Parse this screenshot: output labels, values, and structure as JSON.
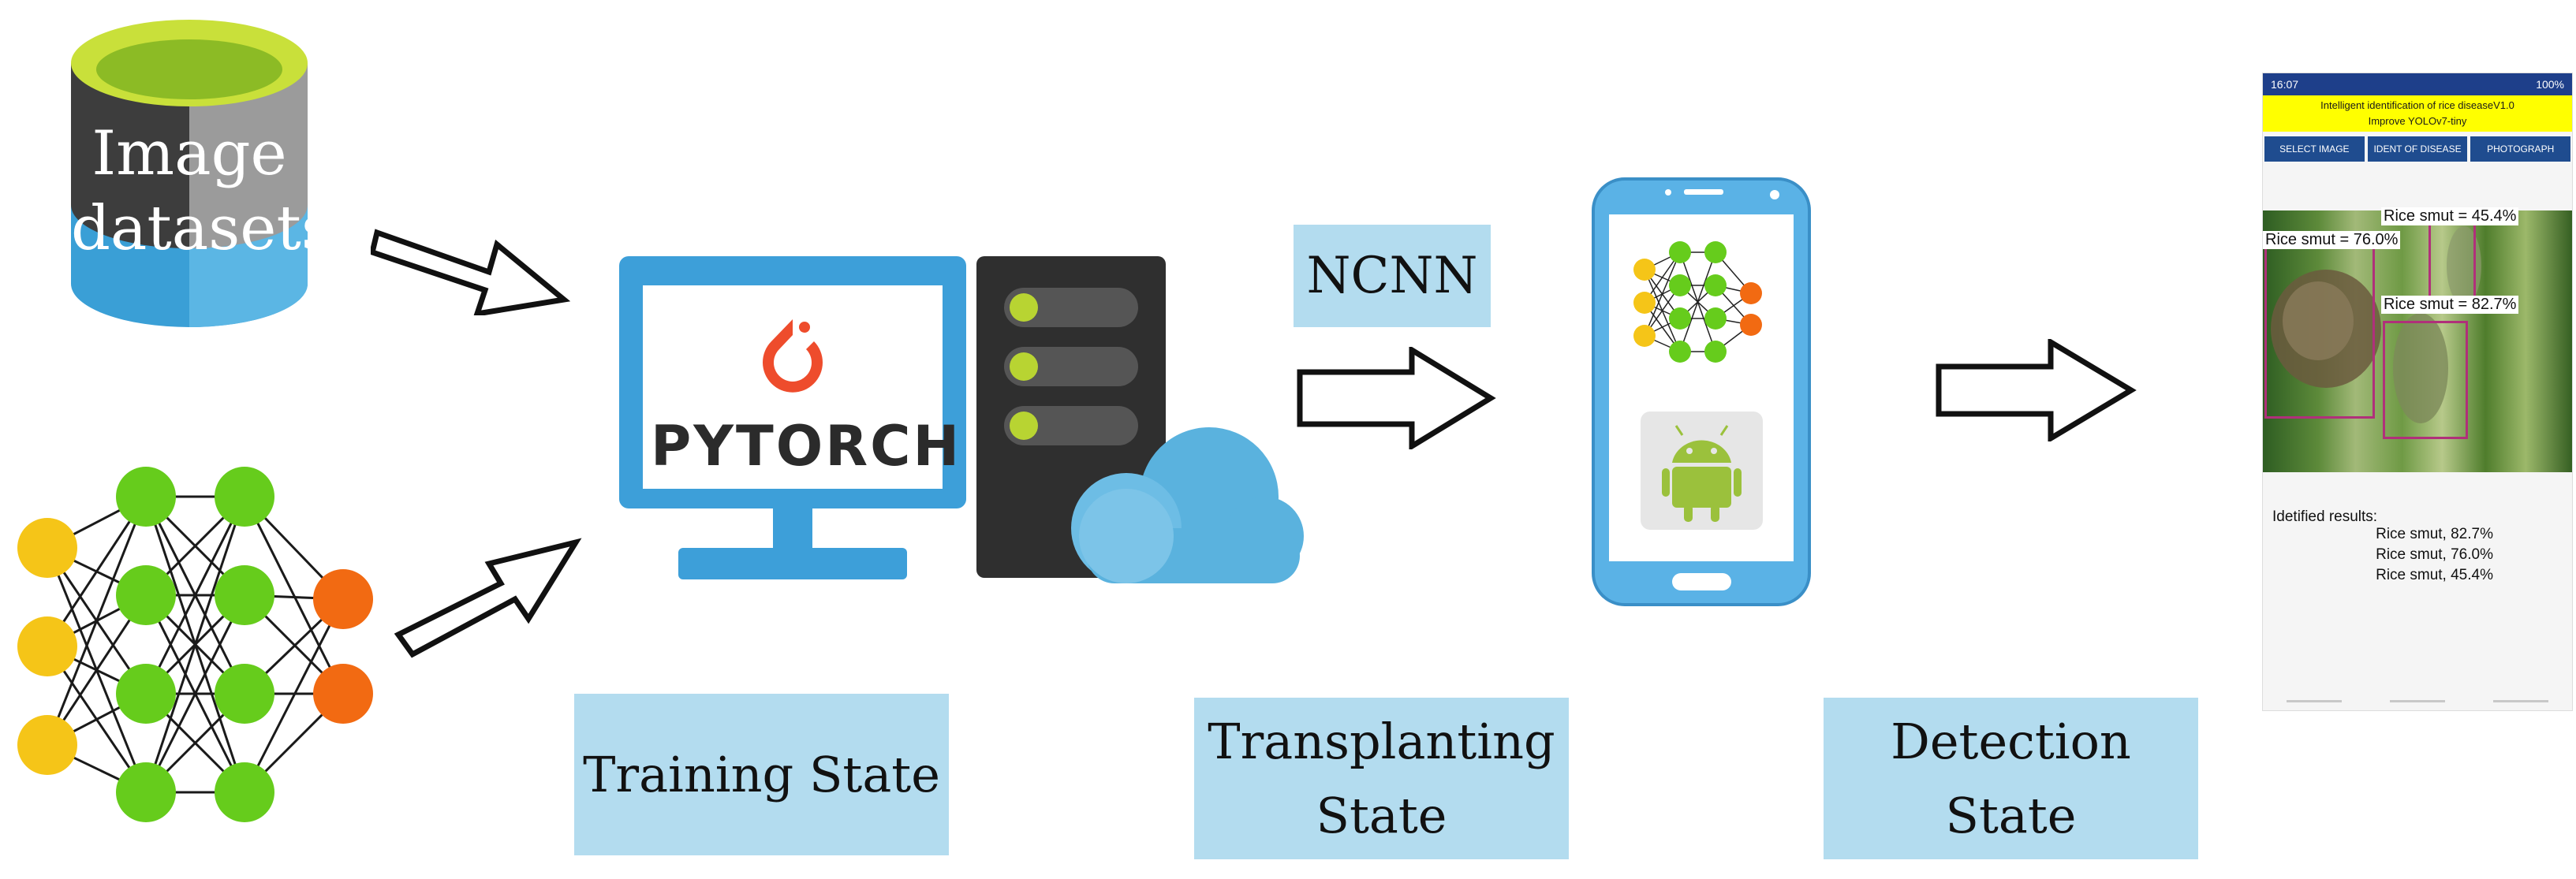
{
  "datasets": {
    "label_line1": "Image",
    "label_line2": "datasets"
  },
  "pytorch": {
    "label": "PYTORCH"
  },
  "ncnn": {
    "label": "NCNN"
  },
  "stages": {
    "training": "Training State",
    "transplanting_line1": "Transplanting",
    "transplanting_line2": "State",
    "detection_line1": "Detection",
    "detection_line2": "State"
  },
  "app": {
    "status_time": "16:07",
    "status_right": "100%",
    "banner_line1": "Intelligent identification of rice diseaseV1.0",
    "banner_line2": "Improve YOLOv7-tiny",
    "buttons": [
      "SELECT IMAGE",
      "IDENT OF DISEASE",
      "PHOTOGRAPH"
    ],
    "detections": [
      "Rice smut = 45.4%",
      "Rice smut = 76.0%",
      "Rice smut = 82.7%"
    ],
    "results_title": "Idetified results:",
    "results": [
      "Rice smut, 82.7%",
      "Rice smut, 76.0%",
      "Rice smut, 45.4%"
    ]
  },
  "colors": {
    "stage_box": "#b3dcef",
    "db_top": "#9bc72f",
    "db_dark": "#3d3d3d",
    "db_blue": "#3a9fd6",
    "monitor": "#3d9fd9",
    "server": "#2f2f2f",
    "cloud": "#5ab2de",
    "node_yellow": "#f5c518",
    "node_green": "#66cc1c",
    "node_orange": "#f26a12",
    "android_green": "#9bc13c"
  }
}
